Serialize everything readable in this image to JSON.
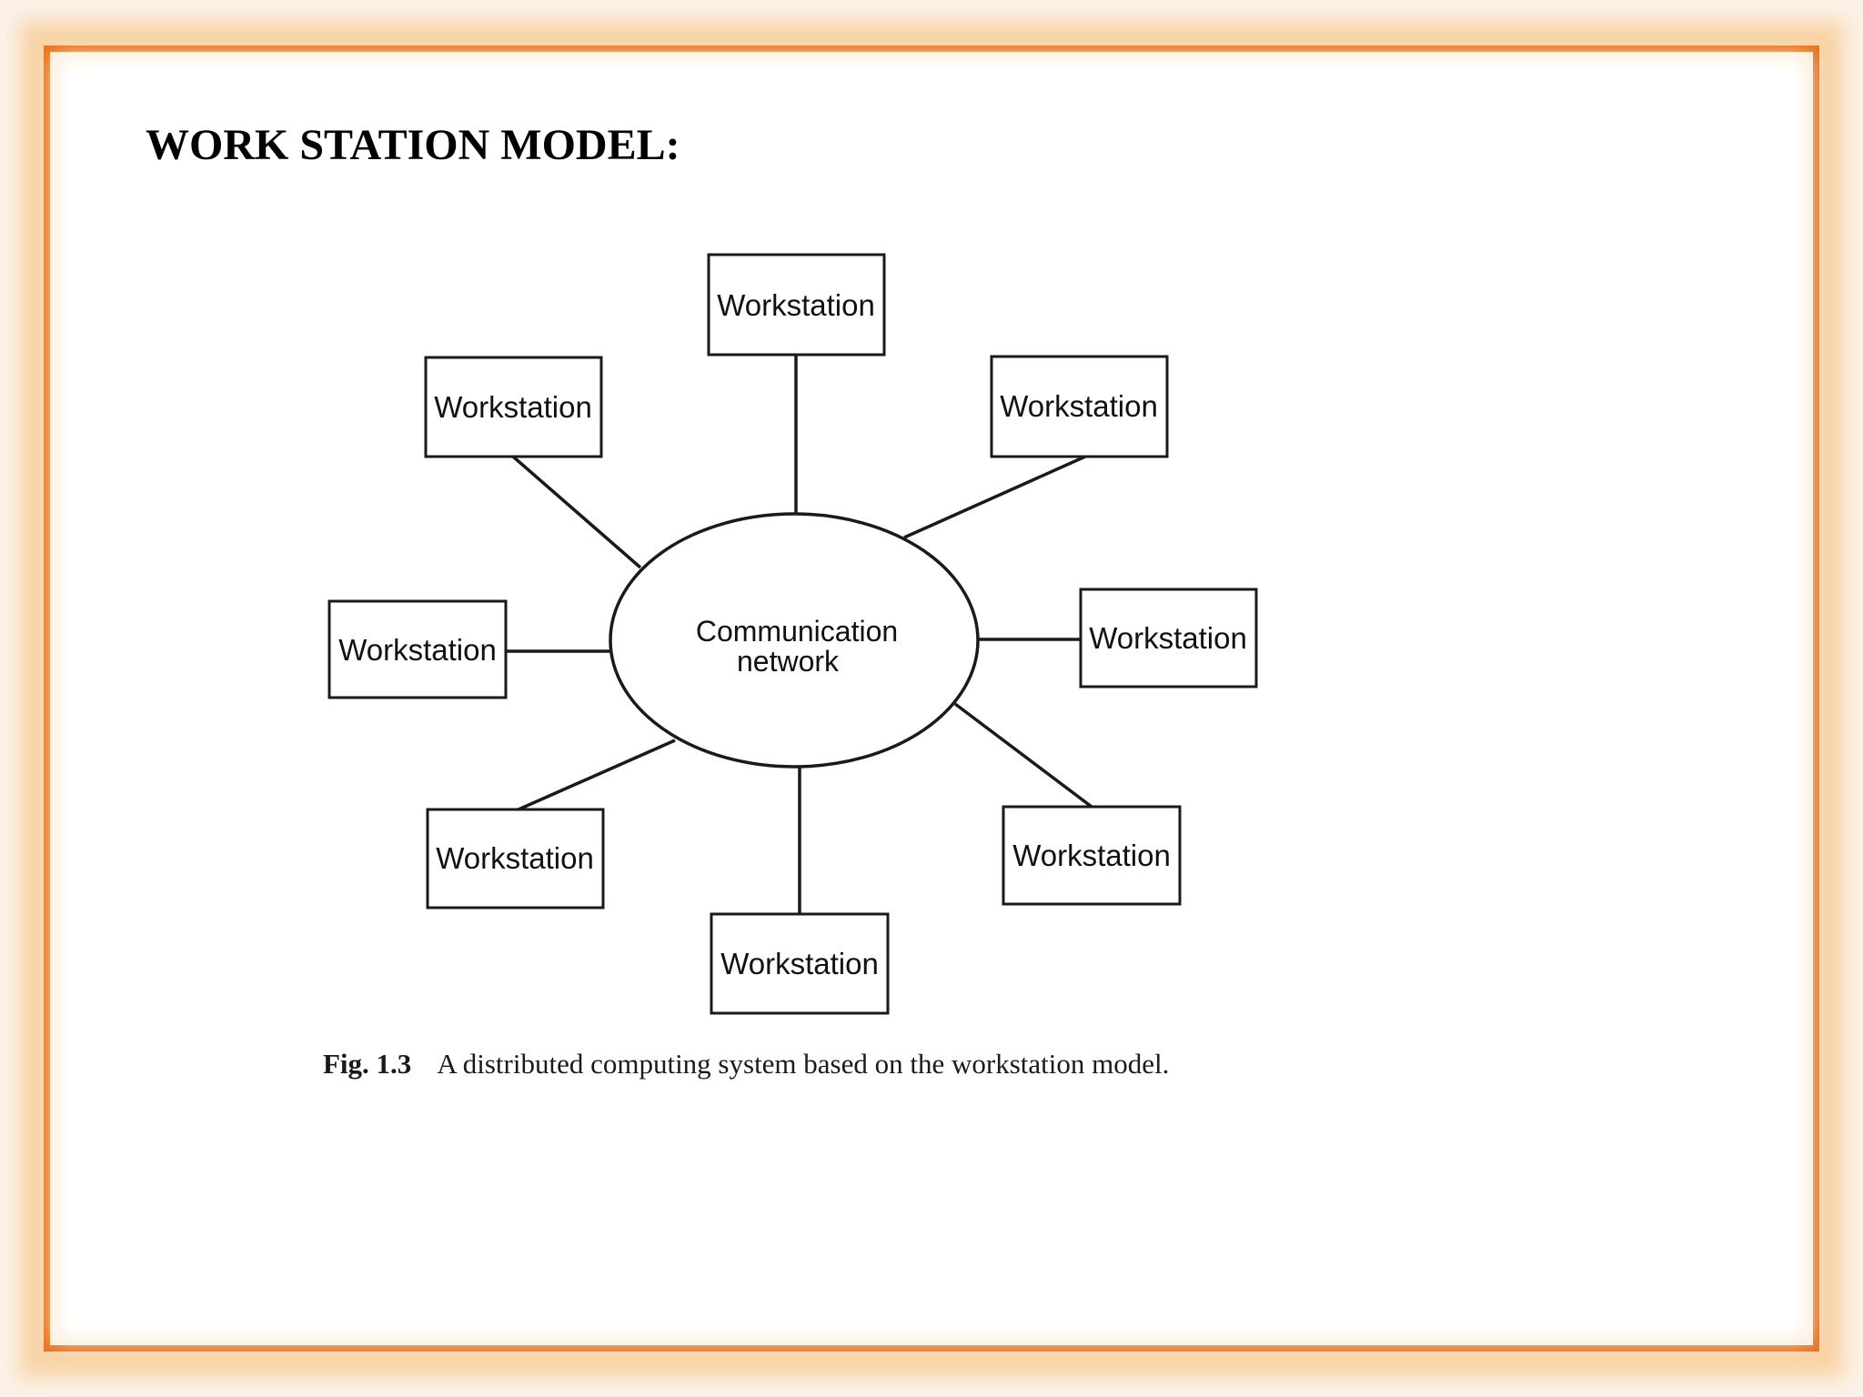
{
  "slide": {
    "title": "WORK STATION MODEL:",
    "frame_color": "#e8731e"
  },
  "diagram": {
    "hub_label_line1": "Communication",
    "hub_label_line2": "network",
    "workstations": [
      {
        "id": "top",
        "label": "Workstation"
      },
      {
        "id": "top-left",
        "label": "Workstation"
      },
      {
        "id": "top-right",
        "label": "Workstation"
      },
      {
        "id": "left",
        "label": "Workstation"
      },
      {
        "id": "right",
        "label": "Workstation"
      },
      {
        "id": "bottom-left",
        "label": "Workstation"
      },
      {
        "id": "bottom-right",
        "label": "Workstation"
      },
      {
        "id": "bottom",
        "label": "Workstation"
      }
    ]
  },
  "caption": {
    "figure_number": "Fig. 1.3",
    "text": "A distributed computing system based on the workstation model."
  }
}
